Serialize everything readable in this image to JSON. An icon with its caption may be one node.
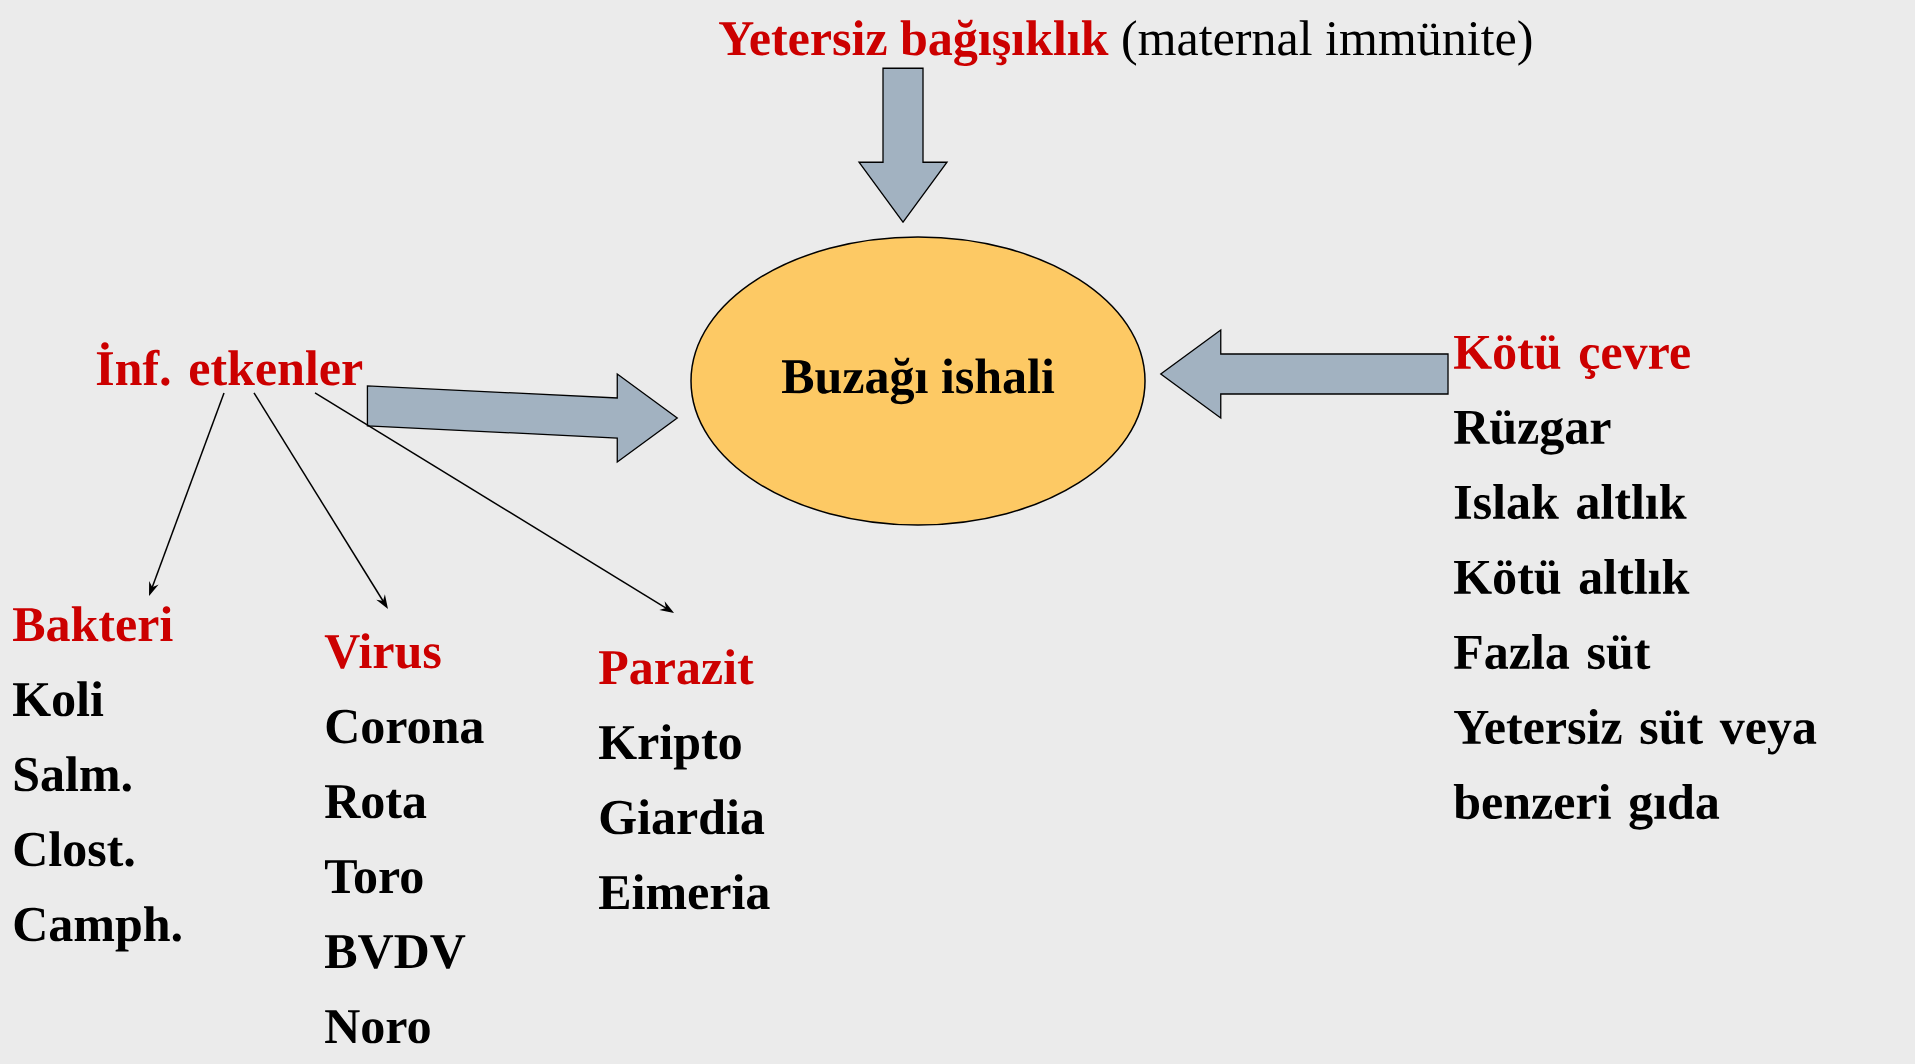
{
  "diagram": {
    "nodes": [
      {
        "text": [
          "Yetersiz bağışıklık",
          "(maternal immünite)"
        ]
      },
      {
        "text": [
          "Buzağı ishali"
        ]
      },
      {
        "text": [
          "İnf. etkenler"
        ]
      },
      {
        "text": [
          "Kötü çevre",
          "Rüzgar",
          "Islak altlık",
          "Kötü altlık",
          "Fazla süt",
          "Yetersiz süt veya benzeri gıda"
        ]
      },
      {
        "text": [
          "Bakteri",
          "Koli",
          "Salm.",
          "Clost.",
          "Camph."
        ]
      },
      {
        "text": [
          "Virus",
          "Corona",
          "Rota",
          "Toro",
          "BVDV",
          "Noro"
        ]
      },
      {
        "text": [
          "Parazit",
          "Kripto",
          "Giardia",
          "Eimeria"
        ]
      }
    ],
    "edges": [
      {
        "from": 0,
        "to": 1,
        "arrow": "to",
        "style": "thick",
        "color": "#a2b2c1"
      },
      {
        "from": 2,
        "to": 1,
        "arrow": "to",
        "style": "thick",
        "color": "#a2b2c1"
      },
      {
        "from": 3,
        "to": 1,
        "arrow": "to",
        "style": "thick",
        "color": "#a2b2c1"
      },
      {
        "from": 2,
        "to": 4,
        "arrow": "to"
      },
      {
        "from": 2,
        "to": 5,
        "arrow": "to"
      },
      {
        "from": 2,
        "to": 6,
        "arrow": "to"
      }
    ]
  }
}
